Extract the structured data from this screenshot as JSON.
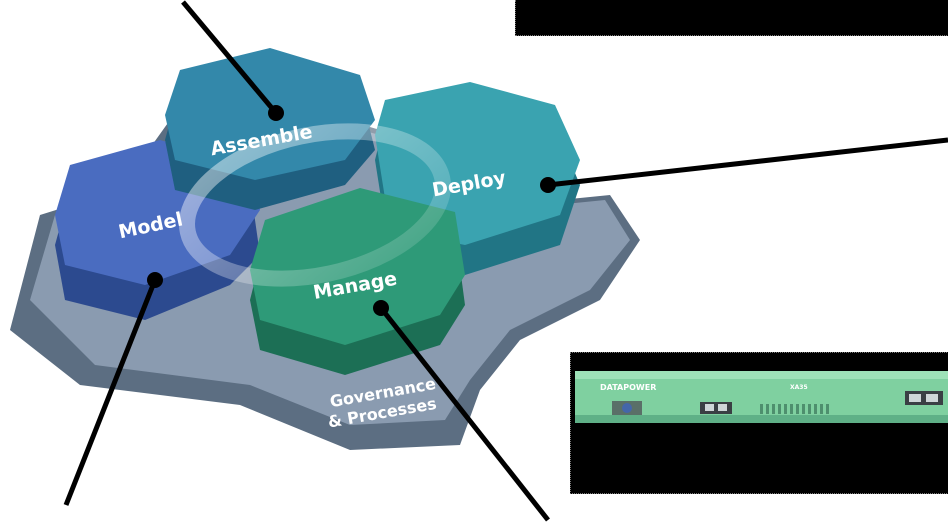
{
  "hexagons": {
    "assemble": {
      "label": "Assemble",
      "color": "#2f7f9f"
    },
    "deploy": {
      "label": "Deploy",
      "color": "#3399a6"
    },
    "model": {
      "label": "Model",
      "color": "#3e62b4"
    },
    "manage": {
      "label": "Manage",
      "color": "#2a8f72"
    }
  },
  "base": {
    "label_line1": "Governance",
    "label_line2": "& Processes",
    "color": "#7e8ea0"
  },
  "device": {
    "brand": "DATAPOWER",
    "model": "XA35",
    "color": "#7fd8a0"
  }
}
